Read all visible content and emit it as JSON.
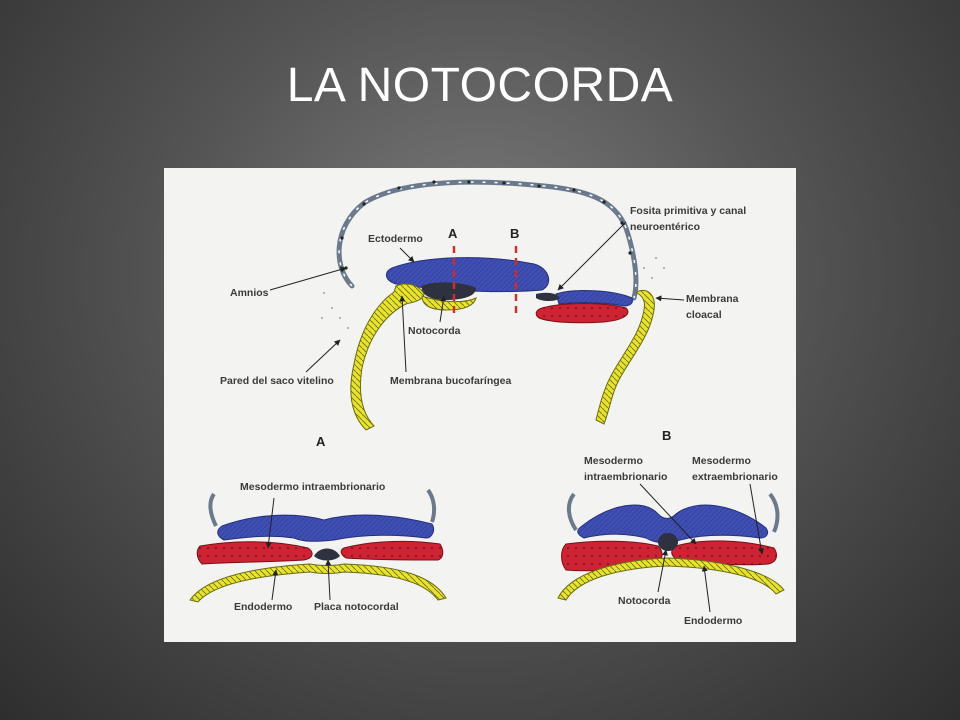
{
  "slide": {
    "title": "LA NOTOCORDA"
  },
  "diagram": {
    "section_markers": {
      "a": "A",
      "b": "B"
    },
    "top_labels": {
      "ectoderm": "Ectodermo",
      "primitive_pit_line1": "Fosita primitiva y canal",
      "primitive_pit_line2": "neuroentérico",
      "amnion": "Amnios",
      "cloacal_line1": "Membrana",
      "cloacal_line2": "cloacal",
      "notochord": "Notocorda",
      "yolk_sac_wall": "Pared del saco vitelino",
      "buccopharyngeal": "Membrana bucofaríngea"
    },
    "section_a": {
      "letter": "A",
      "intraembryonic_mesoderm": "Mesodermo intraembrionario",
      "endoderm": "Endodermo",
      "notochordal_plate": "Placa notocordal"
    },
    "section_b": {
      "letter": "B",
      "intra_line1": "Mesodermo",
      "intra_line2": "intraembrionario",
      "extra_line1": "Mesodermo",
      "extra_line2": "extraembrionario",
      "notochord": "Notocorda",
      "endoderm": "Endodermo"
    },
    "colors": {
      "ectoderm": "#3f4fb4",
      "mesoderm": "#cf2233",
      "endoderm": "#e8e426",
      "notochord": "#2e3240",
      "section_line": "#d42a2a",
      "background": "#f3f4f1"
    }
  }
}
